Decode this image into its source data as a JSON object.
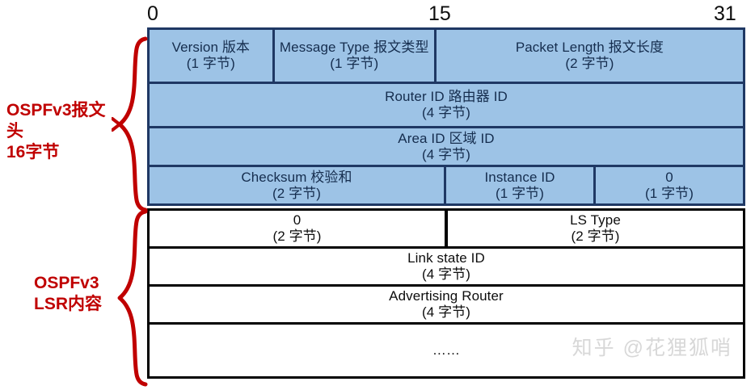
{
  "ruler": {
    "ticks": [
      {
        "label": "0"
      },
      {
        "label": "15"
      },
      {
        "label": "31"
      }
    ]
  },
  "annotations": {
    "header_label": "OSPFv3报文头\n16字节",
    "body_label": "OSPFv3\nLSR内容",
    "brace_color": "#C00000"
  },
  "colors": {
    "header_fill": "#9DC3E6",
    "header_border": "#1F3864",
    "header_text": "#152D4E",
    "body_fill": "#FFFFFF",
    "body_border": "#000000",
    "body_text": "#0D0D0D",
    "annotation": "#C00000",
    "watermark": "#D8D8D8"
  },
  "header_section": {
    "rows": [
      {
        "cells": [
          {
            "name": "version",
            "line1": "Version 版本",
            "line2": "(1 字节)",
            "flex": 40
          },
          {
            "name": "message-type",
            "line1": "Message Type 报文类型",
            "line2": "(1 字节)",
            "flex": 52
          },
          {
            "name": "packet-length",
            "line1": "Packet Length 报文长度",
            "line2": "(2 字节)",
            "flex": 100
          }
        ]
      },
      {
        "cells": [
          {
            "name": "router-id",
            "line1": "Router ID 路由器 ID",
            "line2": "(4 字节)",
            "flex": 100
          }
        ]
      },
      {
        "cells": [
          {
            "name": "area-id",
            "line1": "Area ID 区域 ID",
            "line2": "(4 字节)",
            "flex": 100
          }
        ]
      },
      {
        "cells": [
          {
            "name": "checksum",
            "line1": "Checksum 校验和",
            "line2": "(2 字节)",
            "flex": 100
          },
          {
            "name": "instance-id",
            "line1": "Instance ID",
            "line2": "(1 字节)",
            "flex": 50
          },
          {
            "name": "reserved-zero",
            "line1": "0",
            "line2": "(1 字节)",
            "flex": 50
          }
        ]
      }
    ]
  },
  "body_section": {
    "rows": [
      {
        "cells": [
          {
            "name": "zero-field",
            "line1": "0",
            "line2": "(2 字节)",
            "flex": 50
          },
          {
            "name": "ls-type",
            "line1": "LS Type",
            "line2": "(2 字节)",
            "flex": 50
          }
        ]
      },
      {
        "cells": [
          {
            "name": "link-state-id",
            "line1": "Link state ID",
            "line2": "(4 字节)",
            "flex": 100
          }
        ]
      },
      {
        "cells": [
          {
            "name": "advertising-router",
            "line1": "Advertising Router",
            "line2": "(4 字节)",
            "flex": 100
          }
        ]
      },
      {
        "cells": [
          {
            "name": "ellipsis",
            "line1": "……",
            "line2": "",
            "flex": 100
          }
        ]
      }
    ]
  },
  "watermark": {
    "text": "知乎 @花狸狐哨"
  }
}
